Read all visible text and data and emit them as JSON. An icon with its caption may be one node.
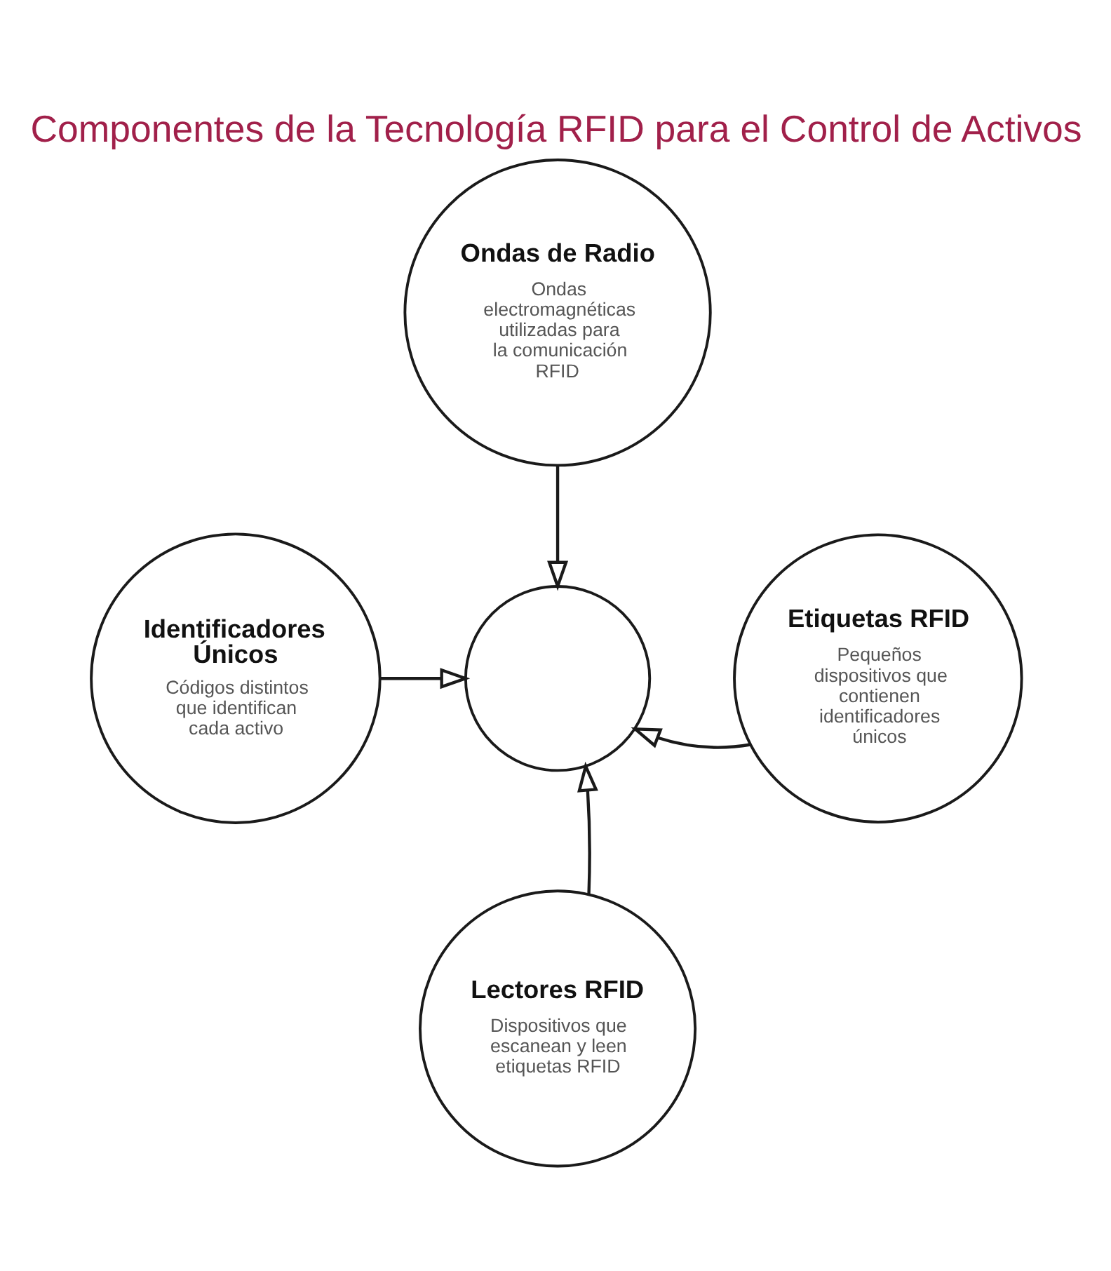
{
  "diagram": {
    "title": "Componentes de la Tecnología RFID para el Control de Activos",
    "nodes": [
      {
        "text": [
          "Ondas de Radio",
          "Ondas electromagnéticas utilizadas para la comunicación RFID"
        ]
      },
      {
        "text": [
          "Identificadores Únicos",
          "Códigos distintos que identifican cada activo"
        ]
      },
      {
        "text": [],
        "shape": "circle"
      },
      {
        "text": [
          "Etiquetas RFID",
          "Pequeños dispositivos que contienen identificadores únicos"
        ]
      },
      {
        "text": [
          "Lectores RFID",
          "Dispositivos que escanean y leen etiquetas RFID"
        ]
      }
    ],
    "edges": [
      {
        "from": 0,
        "to": 2,
        "arrow": "to"
      },
      {
        "from": 1,
        "to": 2,
        "arrow": "to"
      },
      {
        "from": 3,
        "to": 2,
        "arrow": "to"
      },
      {
        "from": 4,
        "to": 2,
        "arrow": "to"
      }
    ]
  }
}
